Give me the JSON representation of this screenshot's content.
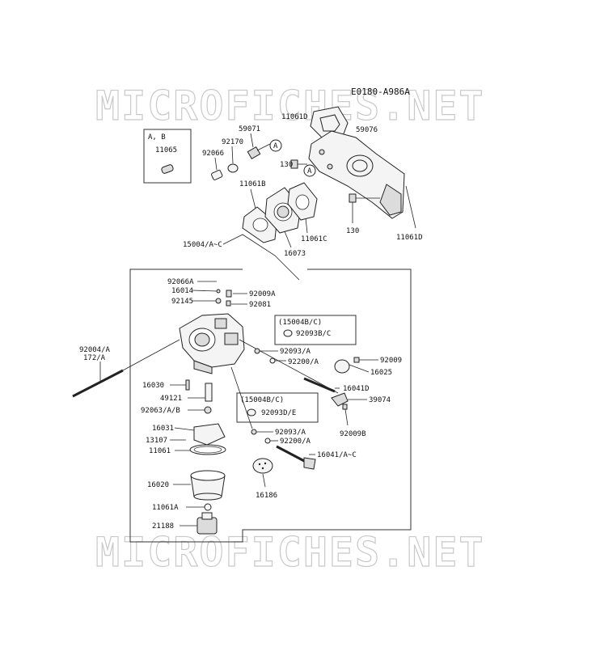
{
  "diagram_code": "E0180-A986A",
  "watermark": "MICROFICHES.NET",
  "callout_letter": "A",
  "inset_box": {
    "header": "A, B",
    "part": "11065"
  },
  "sub_labels": {
    "b_c": "(15004B/C)",
    "b_c_2": "(15004B/C)"
  },
  "parts": {
    "p11061D_top": "11061D",
    "p59071": "59071",
    "p92170": "92170",
    "p92066": "92066",
    "p59076": "59076",
    "p130_a": "130",
    "p11061B": "11061B",
    "p11061C": "11061C",
    "p16073": "16073",
    "p130_b": "130",
    "p11061D_side": "11061D",
    "p15004": "15004/A~C",
    "p92066A": "92066A",
    "p16014": "16014",
    "p92009A": "92009A",
    "p92145": "92145",
    "p92081": "92081",
    "p92093BC": "92093B/C",
    "p92004_1": "92004/A",
    "p92004_2": "172/A",
    "p92093A_1": "92093/A",
    "p92200A_1": "92200/A",
    "p92009": "92009",
    "p16025": "16025",
    "p16030": "16030",
    "p16041D": "16041D",
    "p49121": "49121",
    "p39074": "39074",
    "p92063": "92063/A/B",
    "p92093DE": "92093D/E",
    "p92009B": "92009B",
    "p16031": "16031",
    "p92093A_2": "92093/A",
    "p13107": "13107",
    "p92200A_2": "92200/A",
    "p11061": "11061",
    "p16041AC": "16041/A~C",
    "p16020": "16020",
    "p16186": "16186",
    "p11061A": "11061A",
    "p21188": "21188"
  }
}
